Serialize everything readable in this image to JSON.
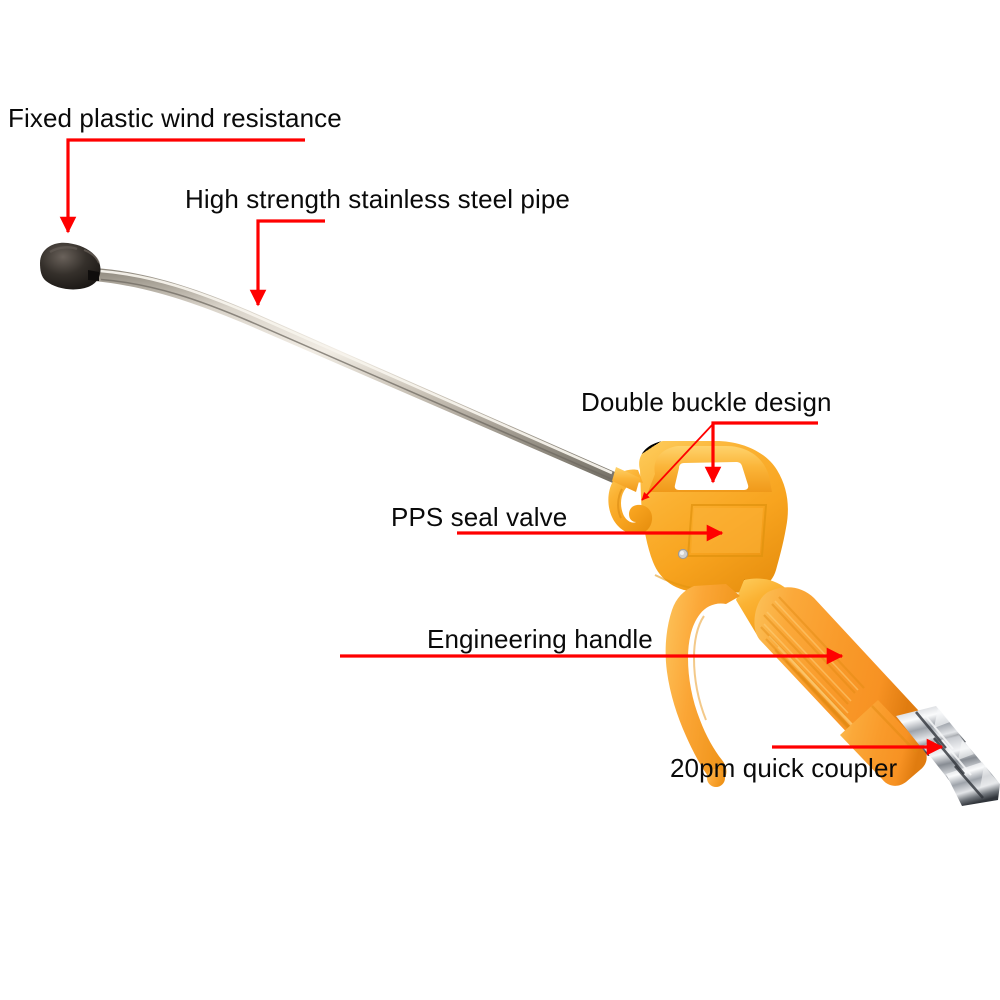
{
  "diagram": {
    "title": "Air blow gun with long curved nozzle - annotated parts diagram",
    "background_color": "#ffffff",
    "callout_color": "#ff0000",
    "label_text_color": "#0a0a0a",
    "product_colors": {
      "body_orange": "#f9a826",
      "body_orange_light": "#fdc04a",
      "body_orange_dark": "#e08a12",
      "grip_orange": "#fb9a2e",
      "steel_light": "#e9e4dc",
      "steel_mid": "#b8b1a5",
      "steel_dark": "#7d776c",
      "chrome_light": "#f2f2f2",
      "chrome_mid": "#b9bcc0",
      "chrome_dark": "#4a4e55",
      "tip_black": "#2b2723"
    }
  },
  "callouts": [
    {
      "id": "fixed-plastic-wind-resistance",
      "label": "Fixed plastic wind resistance",
      "points_to": "black plastic nozzle tip",
      "arrow_style": "elbow-down"
    },
    {
      "id": "high-strength-stainless-steel-pipe",
      "label": "High strength stainless steel pipe",
      "points_to": "stainless steel tube",
      "arrow_style": "elbow-down"
    },
    {
      "id": "double-buckle-design",
      "label": "Double buckle design",
      "points_to": "top loop and side hook of gun body",
      "arrow_style": "elbow-down-plus-diagonal"
    },
    {
      "id": "pps-seal-valve",
      "label": "PPS seal valve",
      "points_to": "valve area on gun body",
      "arrow_style": "straight-right"
    },
    {
      "id": "engineering-handle",
      "label": "Engineering handle",
      "points_to": "ribbed orange grip",
      "arrow_style": "straight-right"
    },
    {
      "id": "20pm-quick-coupler",
      "label": "20pm quick coupler",
      "points_to": "chrome quick-connect fitting",
      "arrow_style": "straight-right"
    }
  ],
  "parts": [
    {
      "name": "nozzle-tip",
      "material": "plastic",
      "color": "#2b2723"
    },
    {
      "name": "steel-pipe",
      "material": "stainless steel",
      "color": "#b8b1a5"
    },
    {
      "name": "gun-body",
      "material": "engineering plastic",
      "color": "#f9a826"
    },
    {
      "name": "top-loop-buckle",
      "material": "engineering plastic",
      "color": "#f9a826"
    },
    {
      "name": "side-hook-buckle",
      "material": "engineering plastic",
      "color": "#f9a826"
    },
    {
      "name": "trigger",
      "material": "engineering plastic",
      "color": "#f9a826"
    },
    {
      "name": "grip",
      "material": "engineering plastic",
      "color": "#fb9a2e"
    },
    {
      "name": "quick-coupler",
      "material": "chrome plated brass",
      "color": "#b9bcc0"
    },
    {
      "name": "body-rivet",
      "material": "metal",
      "color": "#cfcfcf"
    }
  ]
}
